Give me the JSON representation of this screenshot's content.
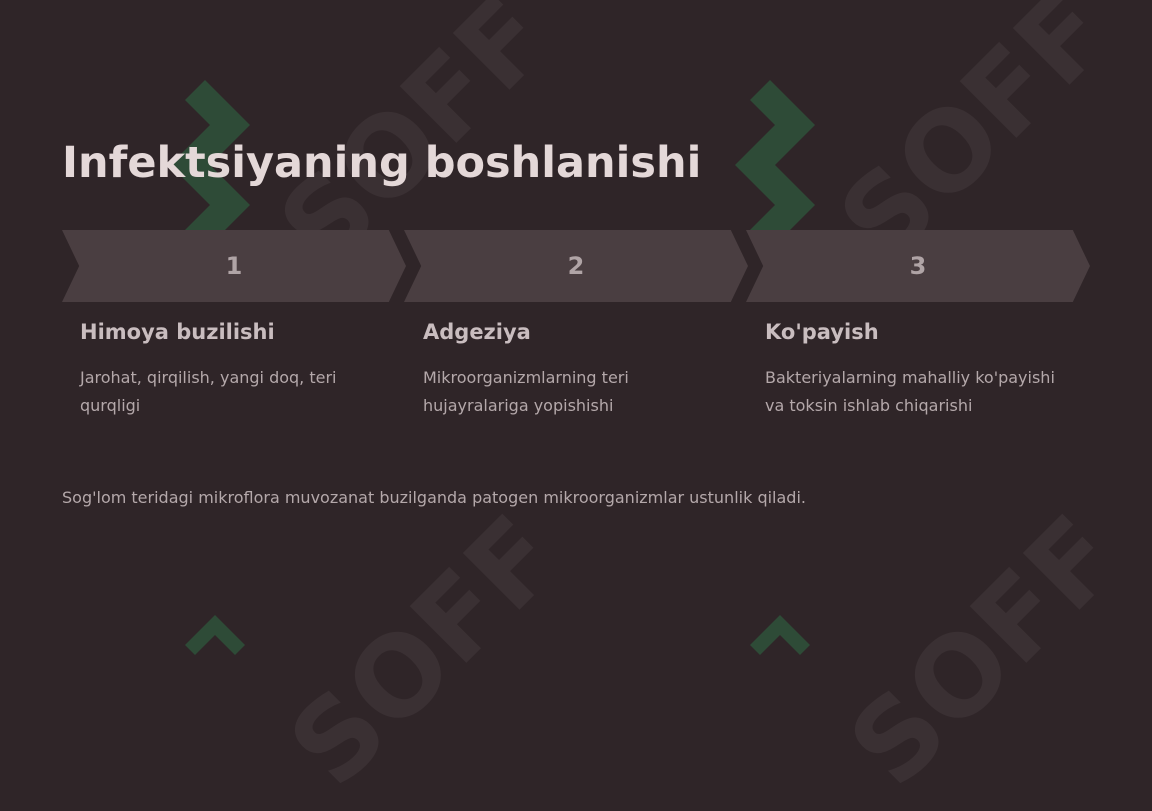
{
  "slide": {
    "title": "Infektsiyaning boshlanishi",
    "footer": "Sog'lom teridagi mikroflora muvozanat buzilganda patogen mikroorganizmlar ustunlik qiladi."
  },
  "steps": [
    {
      "number": "1",
      "heading": "Himoya buzilishi",
      "description": "Jarohat, qirqilish, yangi doq, teri qurqligi"
    },
    {
      "number": "2",
      "heading": "Adgeziya",
      "description": "Mikroorganizmlarning teri hujayralariga yopishishi"
    },
    {
      "number": "3",
      "heading": "Ko'payish",
      "description": "Bakteriyalarning mahalliy ko'payishi va toksin ishlab chiqarishi"
    }
  ],
  "watermark": {
    "text": "SOFF",
    "logo_color": "#2e6b45"
  },
  "colors": {
    "background": "#2f2528",
    "chevron": "#4a3e41",
    "title": "#e4d8d8"
  }
}
